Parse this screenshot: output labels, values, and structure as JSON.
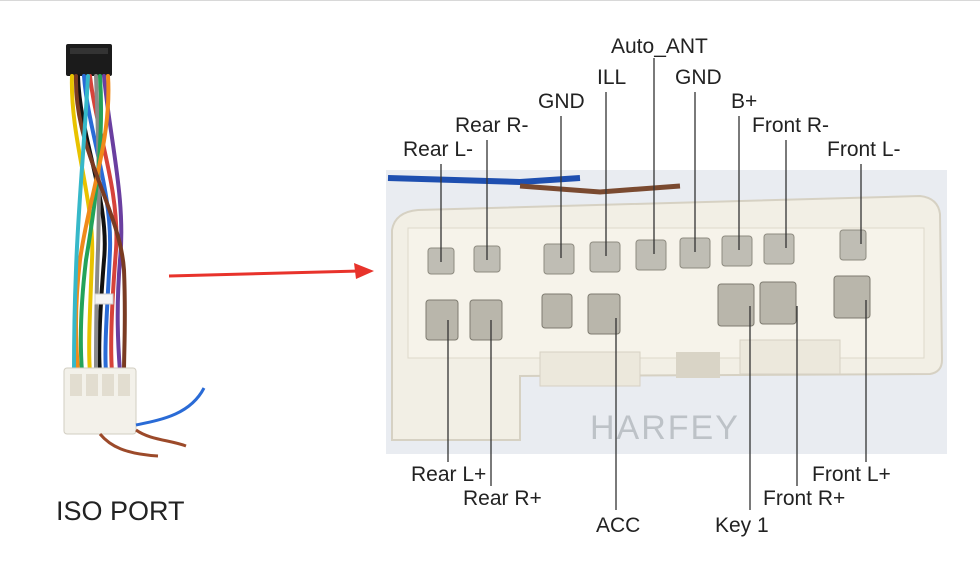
{
  "title": "ISO PORT",
  "watermark": "HARFEY",
  "pins_top": [
    {
      "label": "Rear L-"
    },
    {
      "label": "Rear R-"
    },
    {
      "label": "GND"
    },
    {
      "label": "ILL"
    },
    {
      "label": "Auto_ANT"
    },
    {
      "label": "GND"
    },
    {
      "label": "B+"
    },
    {
      "label": "Front R-"
    },
    {
      "label": "Front L-"
    }
  ],
  "pins_bottom": [
    {
      "label": "Rear L+"
    },
    {
      "label": "Rear R+"
    },
    {
      "label": "ACC"
    },
    {
      "label": "Key 1"
    },
    {
      "label": "Front R+"
    },
    {
      "label": "Front L+"
    }
  ],
  "colors": {
    "arrow": "#e8332b",
    "leader": "#333333",
    "connector_body": "#f1eee4",
    "photo_bg": "#e9ecf1"
  }
}
